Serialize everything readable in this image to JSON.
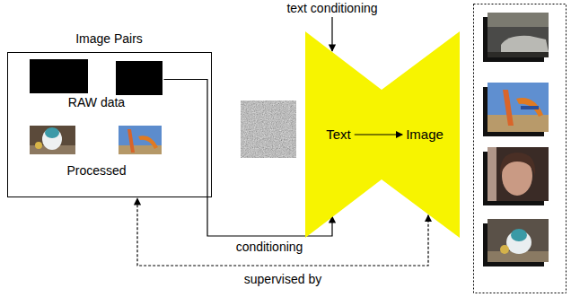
{
  "diagram": {
    "nodes": [
      {
        "text": [
          "Image Pairs",
          "RAW data",
          "Processed"
        ]
      },
      {
        "text": [
          "Text",
          "Image"
        ]
      }
    ],
    "edges": [
      {
        "from": 0,
        "to": 1,
        "arrow": "to",
        "label": "conditioning"
      },
      {
        "from": 1,
        "to": 0,
        "arrow": "both",
        "label": "supervised by"
      }
    ],
    "labels": [
      "text conditioning"
    ]
  }
}
